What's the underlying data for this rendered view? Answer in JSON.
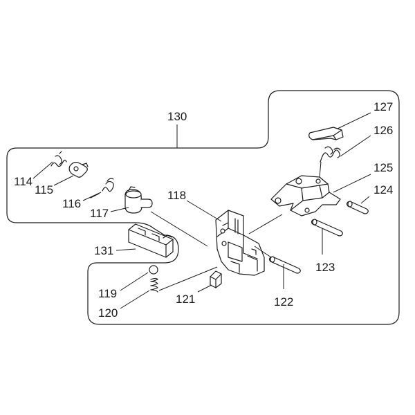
{
  "callouts": [
    {
      "id": "130",
      "label": "130"
    },
    {
      "id": "127",
      "label": "127"
    },
    {
      "id": "126",
      "label": "126"
    },
    {
      "id": "125",
      "label": "125"
    },
    {
      "id": "124",
      "label": "124"
    },
    {
      "id": "114",
      "label": "114"
    },
    {
      "id": "115",
      "label": "115"
    },
    {
      "id": "116",
      "label": "116"
    },
    {
      "id": "117",
      "label": "117"
    },
    {
      "id": "118",
      "label": "118"
    },
    {
      "id": "131",
      "label": "131"
    },
    {
      "id": "119",
      "label": "119"
    },
    {
      "id": "120",
      "label": "120"
    },
    {
      "id": "121",
      "label": "121"
    },
    {
      "id": "122",
      "label": "122"
    },
    {
      "id": "123",
      "label": "123"
    }
  ],
  "colors": {
    "ink": "#1a1a1a",
    "background": "#ffffff"
  }
}
